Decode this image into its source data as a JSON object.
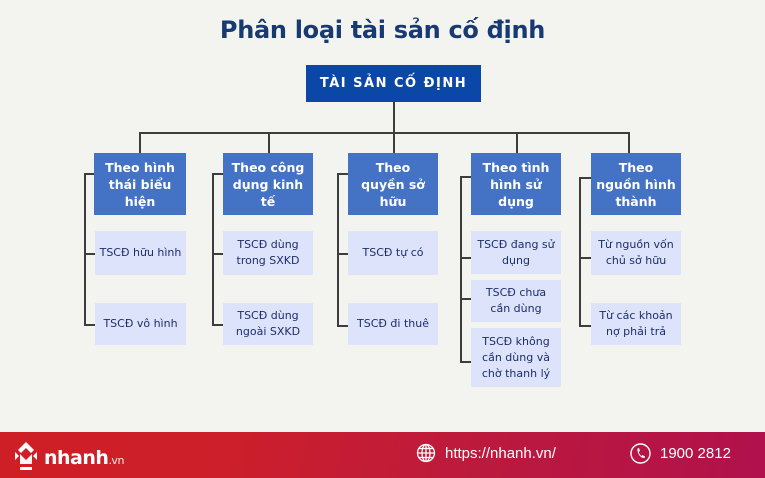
{
  "title": "Phân loại tài sản cố định",
  "root": {
    "label": "TÀI SẢN CỐ ĐỊNH"
  },
  "categories": [
    {
      "label": "Theo hình thái biểu hiện",
      "leaves": [
        "TSCĐ hữu hình",
        "TSCĐ vô hình"
      ]
    },
    {
      "label": "Theo công dụng kinh tế",
      "leaves": [
        "TSCĐ dùng trong SXKD",
        "TSCĐ dùng ngoài SXKD"
      ]
    },
    {
      "label": "Theo quyền sở hữu",
      "leaves": [
        "TSCĐ tự có",
        "TSCĐ đi thuê"
      ]
    },
    {
      "label": "Theo tình hình sử dụng",
      "leaves": [
        "TSCĐ đang sử dụng",
        "TSCĐ chưa cần dùng",
        "TSCĐ không cần dùng và chờ thanh lý"
      ]
    },
    {
      "label": "Theo nguồn hình thành",
      "leaves": [
        "Từ nguồn vốn chủ sở hữu",
        "Từ các khoản nợ phải trả"
      ]
    }
  ],
  "footer": {
    "logo": {
      "name": "nhanh",
      "tld": ".vn",
      "icon": "nhanh-logo-icon"
    },
    "website": {
      "icon": "globe-icon",
      "text": "https://nhanh.vn/"
    },
    "phone": {
      "icon": "phone-icon",
      "text": "1900 2812"
    }
  },
  "colors": {
    "title": "#183a73",
    "root_bg": "#0b47a6",
    "category_bg": "#4472c4",
    "leaf_bg": "#dce3fb",
    "leaf_text": "#1c2f6b",
    "footer_start": "#cf1f26",
    "footer_end": "#b1114c"
  }
}
